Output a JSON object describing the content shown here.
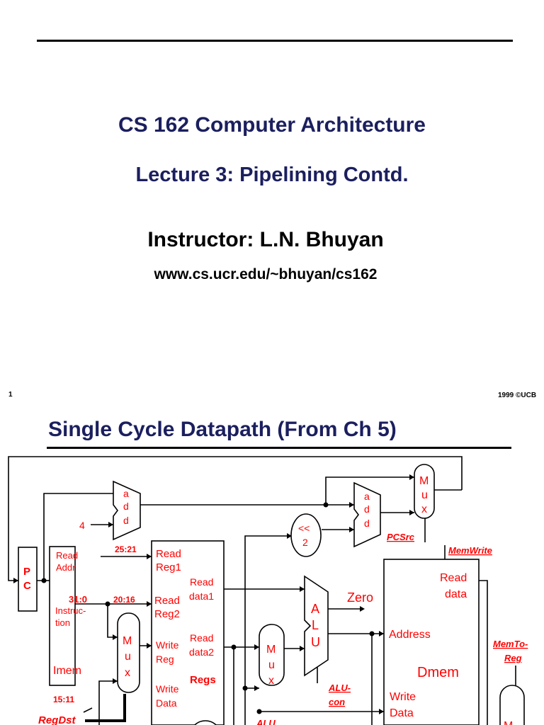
{
  "slide1": {
    "title": "CS 162 Computer Architecture",
    "subtitle": "Lecture 3: Pipelining Contd.",
    "instructor": "Instructor: L.N. Bhuyan",
    "url": "www.cs.ucr.edu/~bhuyan/cs162",
    "page_number": "1",
    "copyright": "1999 ©UCB"
  },
  "slide2": {
    "title": "Single Cycle Datapath (From Ch 5)",
    "labels": {
      "pc": "PC",
      "four": "4",
      "add": "add",
      "shift": "<<",
      "shift2": "2",
      "mux": "Mux",
      "pcsrc": "PCSrc",
      "memwrite": "MemWrite",
      "read_addr1": "Read",
      "read_addr2": "Addr",
      "bits_31_0": "31:0",
      "instr1": "Instruc-",
      "instr2": "tion",
      "imem": "Imem",
      "bits_25_21": "25:21",
      "bits_20_16": "20:16",
      "bits_15_11": "15:11",
      "regdst": "RegDst",
      "read_reg1_a": "Read",
      "read_reg1_b": "Reg1",
      "read_reg2_a": "Read",
      "read_reg2_b": "Reg2",
      "write_reg_a": "Write",
      "write_reg_b": "Reg",
      "write_data_a": "Write",
      "write_data_b": "Data",
      "read_data1_a": "Read",
      "read_data1_b": "data1",
      "read_data2_a": "Read",
      "read_data2_b": "data2",
      "regs": "Regs",
      "alu": "ALU",
      "zero": "Zero",
      "alucon_a": "ALU-",
      "alucon_b": "con",
      "alu_cut": "ALU",
      "address": "Address",
      "dmem_read_a": "Read",
      "dmem_read_b": "data",
      "dmem": "Dmem",
      "dmem_write_a": "Write",
      "dmem_write_b": "Data",
      "memtoreg_a": "MemTo-",
      "memtoreg_b": "Reg",
      "mux_cut": "M"
    },
    "colors": {
      "label_red": "#ff0000",
      "control_red": "#cc0000",
      "title_navy": "#1b1f5e"
    }
  }
}
